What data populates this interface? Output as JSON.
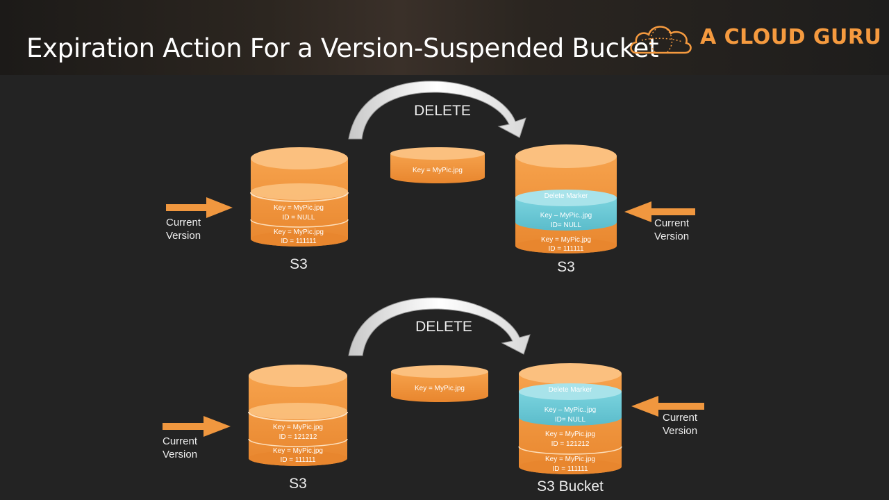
{
  "header": {
    "title": "Expiration Action For a Version-Suspended Bucket",
    "brand": "A CLOUD GURU",
    "logo_icon": "cloud-logo-icon"
  },
  "colors": {
    "orange": "#f0973f",
    "teal": "#6cc9d6",
    "background": "#232323"
  },
  "scenario1": {
    "delete_label": "DELETE",
    "left_bucket": {
      "label": "S3",
      "objects": [
        {
          "key": "Key = MyPic.jpg",
          "id": "ID = NULL"
        },
        {
          "key": "Key = MyPic.jpg",
          "id": "ID = 111111"
        }
      ]
    },
    "moving_object": {
      "key": "Key = MyPic.jpg"
    },
    "right_bucket": {
      "label": "S3",
      "delete_marker": "Delete Marker",
      "objects": [
        {
          "key": "Key – MyPic..jpg",
          "id": "ID= NULL"
        },
        {
          "key": "Key = MyPic.jpg",
          "id": "ID = 111111"
        }
      ]
    },
    "left_pointer": "Current Version",
    "right_pointer": "Current Version"
  },
  "scenario2": {
    "delete_label": "DELETE",
    "left_bucket": {
      "label": "S3",
      "objects": [
        {
          "key": "Key = MyPic.jpg",
          "id": "ID = 121212"
        },
        {
          "key": "Key = MyPic.jpg",
          "id": "ID = 111111"
        }
      ]
    },
    "moving_object": {
      "key": "Key = MyPic.jpg"
    },
    "right_bucket": {
      "label": "S3 Bucket",
      "delete_marker": "Delete Marker",
      "objects": [
        {
          "key": "Key – MyPic..jpg",
          "id": "ID= NULL"
        },
        {
          "key": "Key = MyPic.jpg",
          "id": "ID = 121212"
        },
        {
          "key": "Key = MyPic.jpg",
          "id": "ID = 111111"
        }
      ]
    },
    "left_pointer": "Current Version",
    "right_pointer": "Current Version"
  }
}
